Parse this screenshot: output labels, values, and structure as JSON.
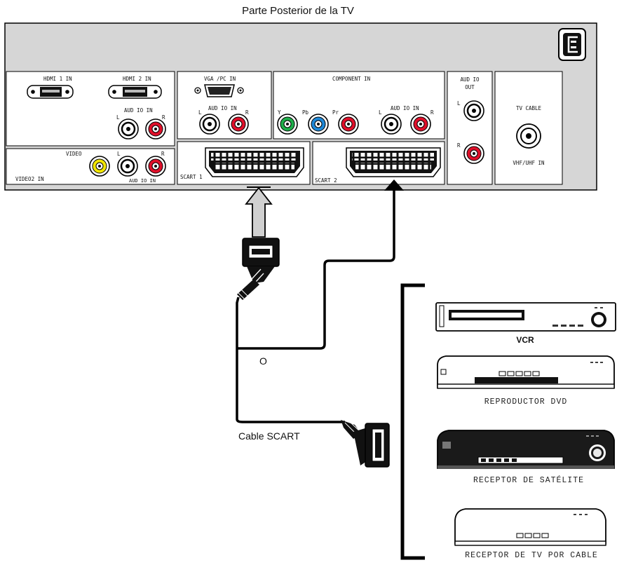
{
  "title": "Parte Posterior de la TV",
  "panels": {
    "hdmi1": "HDMI 1 IN",
    "hdmi2": "HDMI 2 IN",
    "audio_in": "AUD IO IN",
    "vga": "VGA /PC IN",
    "component": "COMPONENT IN",
    "comp_y": "Y",
    "comp_pb": "Pb",
    "comp_pr": "Pr",
    "audio_out_1": "AUD IO",
    "audio_out_2": "OUT",
    "tv_cable": "TV CABLE",
    "vhf": "VHF/UHF IN",
    "video": "VIDEO",
    "video2": "VIDEO2 IN",
    "scart1": "SCART 1",
    "scart2": "SCART 2",
    "left": "L",
    "right": "R"
  },
  "labels": {
    "or": "O",
    "cable": "Cable SCART"
  },
  "devices": {
    "vcr": "VCR",
    "dvd": "REPRODUCTOR  DVD",
    "satellite": "RECEPTOR  DE SATÉLITE",
    "cable_receiver": "RECEPTOR  DE TV POR CABLE"
  },
  "colors": {
    "panel": "#d6d6d6",
    "jack_white": "#ffffff",
    "jack_red": "#e0102a",
    "jack_yellow": "#f2e600",
    "jack_green": "#1fae4a",
    "jack_blue": "#1e88d8"
  }
}
